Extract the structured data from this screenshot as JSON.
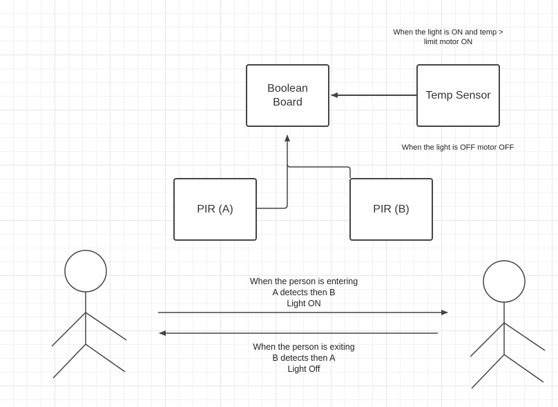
{
  "nodes": {
    "boolean_board": "Boolean\nBoard",
    "temp_sensor": "Temp Sensor",
    "pir_a": "PIR (A)",
    "pir_b": "PIR (B)"
  },
  "notes": {
    "light_on_rule": "When the light is ON and temp >\nlimit motor ON",
    "light_off_rule": "When the light is OFF motor OFF"
  },
  "flows": {
    "entering": "When the person is entering\nA detects then B\nLight ON",
    "exiting": "When the person is exiting\nB detects then A\nLight Off"
  },
  "colors": {
    "stroke": "#444444",
    "grid": "#e6e6e6",
    "text": "#333333"
  }
}
